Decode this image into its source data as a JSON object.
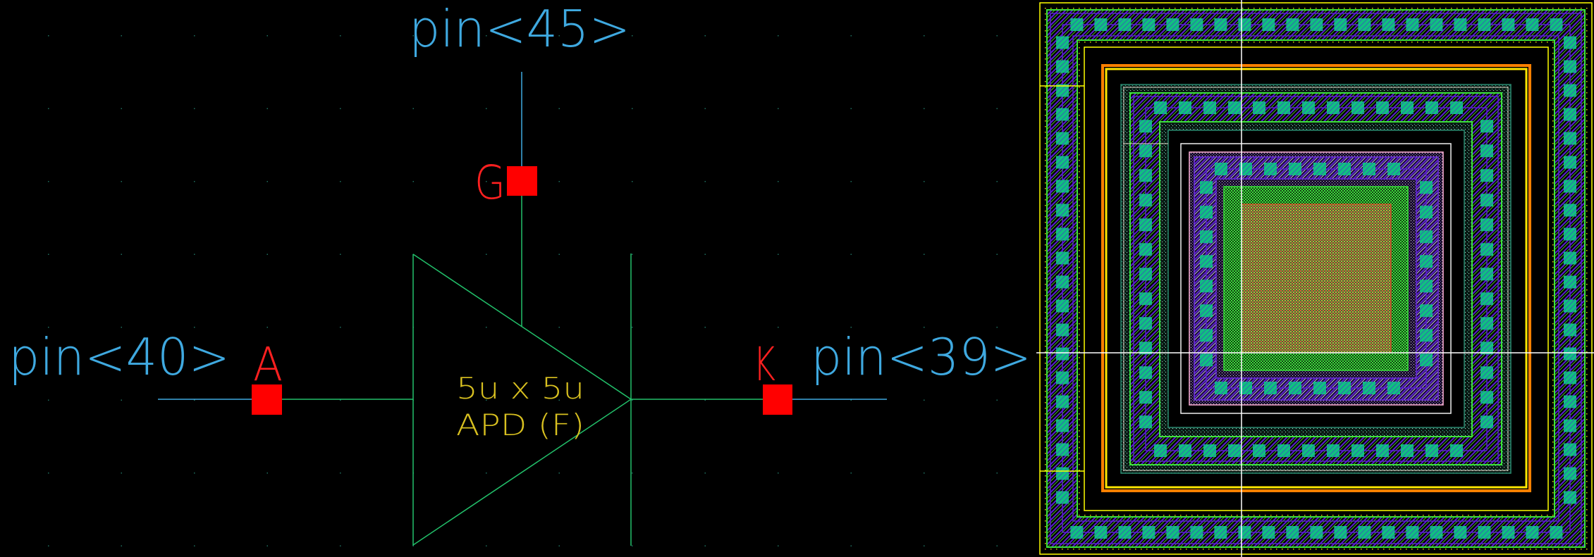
{
  "app": {
    "view": "Schematic symbol and layout view of APD device",
    "background": "#000000"
  },
  "schematic": {
    "device": {
      "size_label": "5u x 5u",
      "type_label": "APD (F)",
      "symbol": "triangle-diode"
    },
    "pins": [
      {
        "terminal": "A",
        "net_label": "pin<40>",
        "side": "left"
      },
      {
        "terminal": "G",
        "net_label": "pin<45>",
        "side": "top"
      },
      {
        "terminal": "K",
        "net_label": "pin<39>",
        "side": "right"
      }
    ],
    "colors": {
      "net_label": "#3fa9e0",
      "terminal_label": "#ff2020",
      "pin_marker": "#ff0000",
      "device_body": "#22c06a",
      "device_text": "#d8c020",
      "grid_dot": "#1f6f5f"
    }
  },
  "layout": {
    "description": "APD layout with concentric guard rings",
    "colors": {
      "outer_boundary": "#ffff00",
      "guard_ring_edge": "#3ce23c",
      "metal_hatch": "#5a1fd0",
      "contact": "#10c080",
      "orange_ring": "#ff8000",
      "yellow_ring": "#ffe600",
      "white_ring": "#f0f0f0",
      "pink_ring": "#ffb0d8",
      "active_region": "#3ce23c",
      "anode_region": "#e05a3a",
      "crosshair": "#ffffff"
    }
  }
}
